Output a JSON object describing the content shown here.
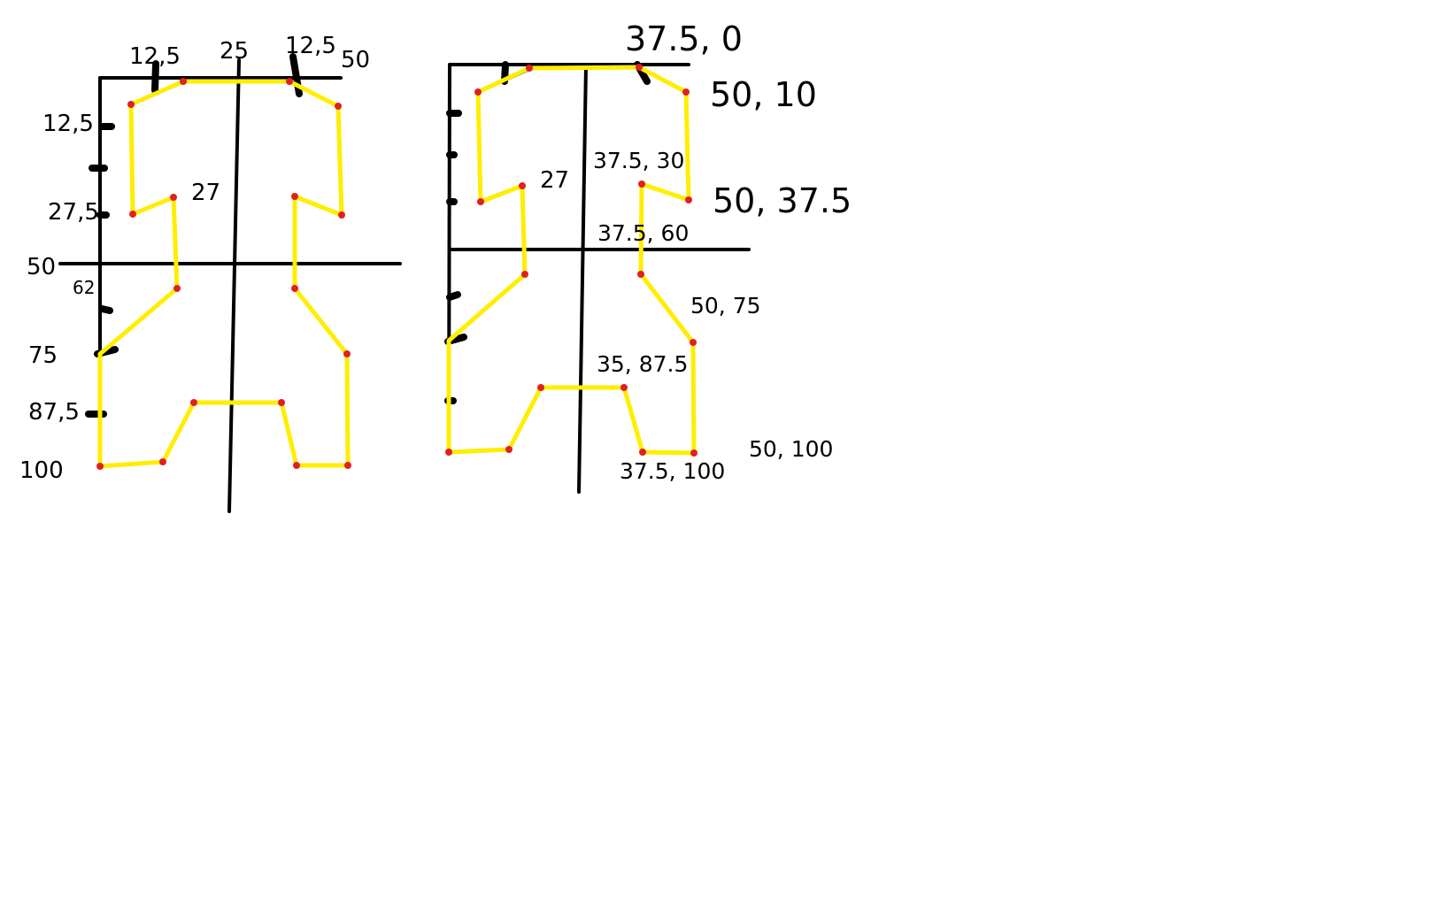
{
  "colors": {
    "outline": "#ffee00",
    "vertex": "#e02020",
    "ink": "#000000",
    "background": "#ffffff"
  },
  "left_sketch": {
    "top_labels": [
      "12,5",
      "25",
      "12,5",
      "50"
    ],
    "side_labels": [
      "12,5",
      "27,5",
      "50",
      "62",
      "75",
      "87,5",
      "100"
    ],
    "center_label": "27"
  },
  "right_sketch": {
    "center_label": "27",
    "annotations": {
      "top": "37.5, 0",
      "upper_right": "50, 10",
      "notch_inner": "37.5, 30",
      "notch_outer": "50, 37.5",
      "waist": "37.5, 60",
      "hip": "50, 75",
      "crotch": "35, 87.5",
      "foot_inner": "37.5, 100",
      "foot_outer": "50, 100"
    }
  }
}
